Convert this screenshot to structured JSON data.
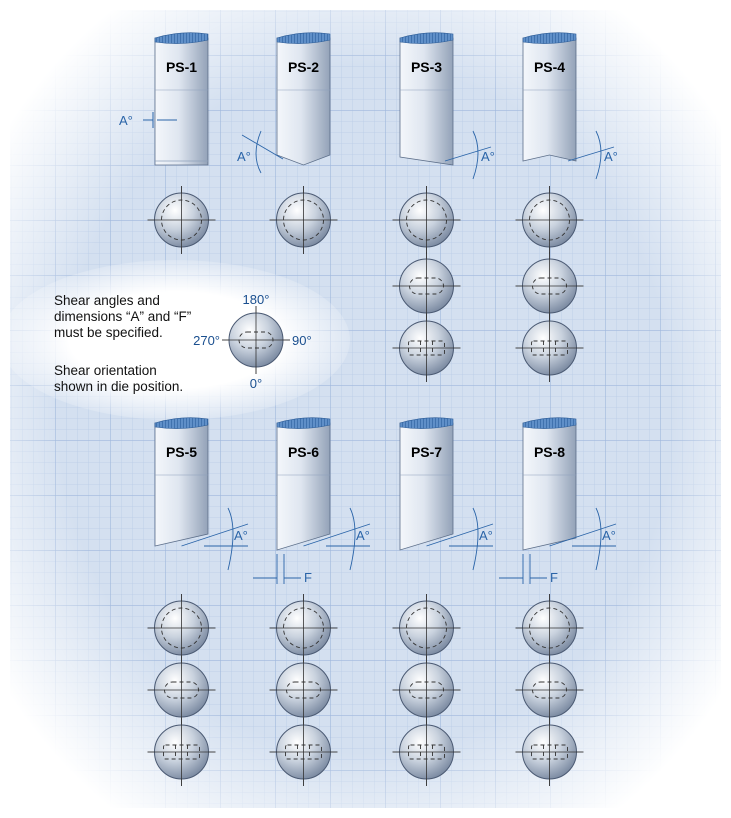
{
  "punches": [
    {
      "label": "PS-1",
      "angle_label": "A°"
    },
    {
      "label": "PS-2",
      "angle_label": "A°"
    },
    {
      "label": "PS-3",
      "angle_label": "A°"
    },
    {
      "label": "PS-4",
      "angle_label": "A°"
    },
    {
      "label": "PS-5",
      "angle_label": "A°"
    },
    {
      "label": "PS-6",
      "angle_label": "A°",
      "dim_label": "F"
    },
    {
      "label": "PS-7",
      "angle_label": "A°"
    },
    {
      "label": "PS-8",
      "angle_label": "A°",
      "dim_label": "F"
    }
  ],
  "orientation": {
    "top": "180°",
    "right": "90°",
    "bottom": "0°",
    "left": "270°"
  },
  "notes": {
    "specify_lines": [
      "Shear angles and",
      "dimensions “A” and “F”",
      "must be specified."
    ],
    "orientation_lines": [
      "Shear orientation",
      "shown in die position."
    ]
  },
  "colors": {
    "grid_background": "#cfdcee",
    "grid_line": "#a9bfe0",
    "dimension_blue": "#2a64a8",
    "steel_light": "#e9eef6",
    "steel_dark": "#8e9db3"
  }
}
